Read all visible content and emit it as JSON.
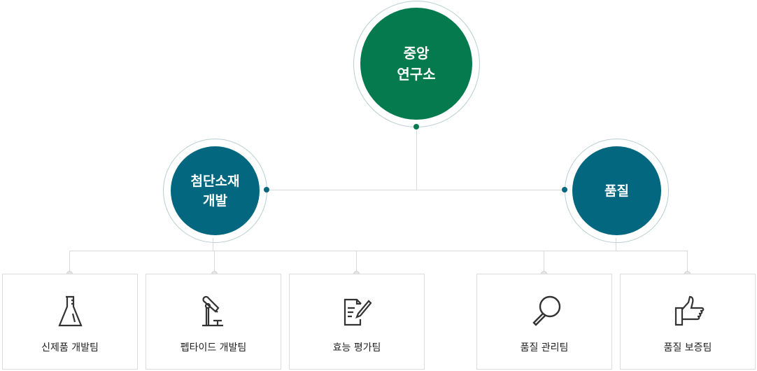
{
  "colors": {
    "center": "#047a4e",
    "division": "#02677f"
  },
  "center": {
    "line1": "중앙",
    "line2": "연구소"
  },
  "divisions": [
    {
      "line1": "첨단소재",
      "line2": "개발"
    },
    {
      "line1": "품질"
    }
  ],
  "teams": [
    {
      "label": "신제품 개발팀",
      "icon": "flask-icon"
    },
    {
      "label": "펩타이드 개발팀",
      "icon": "microscope-icon"
    },
    {
      "label": "효능 평가팀",
      "icon": "document-pen-icon"
    },
    {
      "label": "품질 관리팀",
      "icon": "magnifier-icon"
    },
    {
      "label": "품질 보증팀",
      "icon": "thumbs-up-icon"
    }
  ]
}
